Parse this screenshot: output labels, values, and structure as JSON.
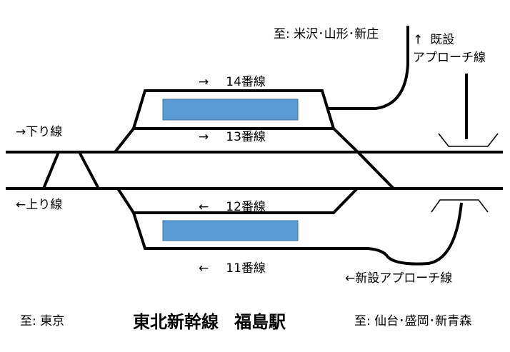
{
  "title": {
    "line": "東北新幹線",
    "station": "福島駅"
  },
  "directions": {
    "to_tokyo": "至: 東京",
    "to_sendai": "至: 仙台･盛岡･新青森",
    "to_yamagata": "至: 米沢･山形･新庄"
  },
  "lines": {
    "down": {
      "arrow": "→",
      "label": "下り線"
    },
    "up": {
      "arrow": "←",
      "label": "上り線"
    }
  },
  "tracks": {
    "t14": {
      "arrow": "→",
      "label": "14番線"
    },
    "t13": {
      "arrow": "→",
      "label": "13番線"
    },
    "t12": {
      "arrow": "←",
      "label": "12番線"
    },
    "t11": {
      "arrow": "←",
      "label": "11番線"
    }
  },
  "approaches": {
    "existing": {
      "arrow": "↑",
      "line1": "既設",
      "line2": "アプローチ線"
    },
    "new": {
      "arrow": "←",
      "label": "新設アプローチ線"
    }
  },
  "colors": {
    "platform": "#5b9bd5",
    "line": "#000000",
    "background": "#ffffff"
  }
}
